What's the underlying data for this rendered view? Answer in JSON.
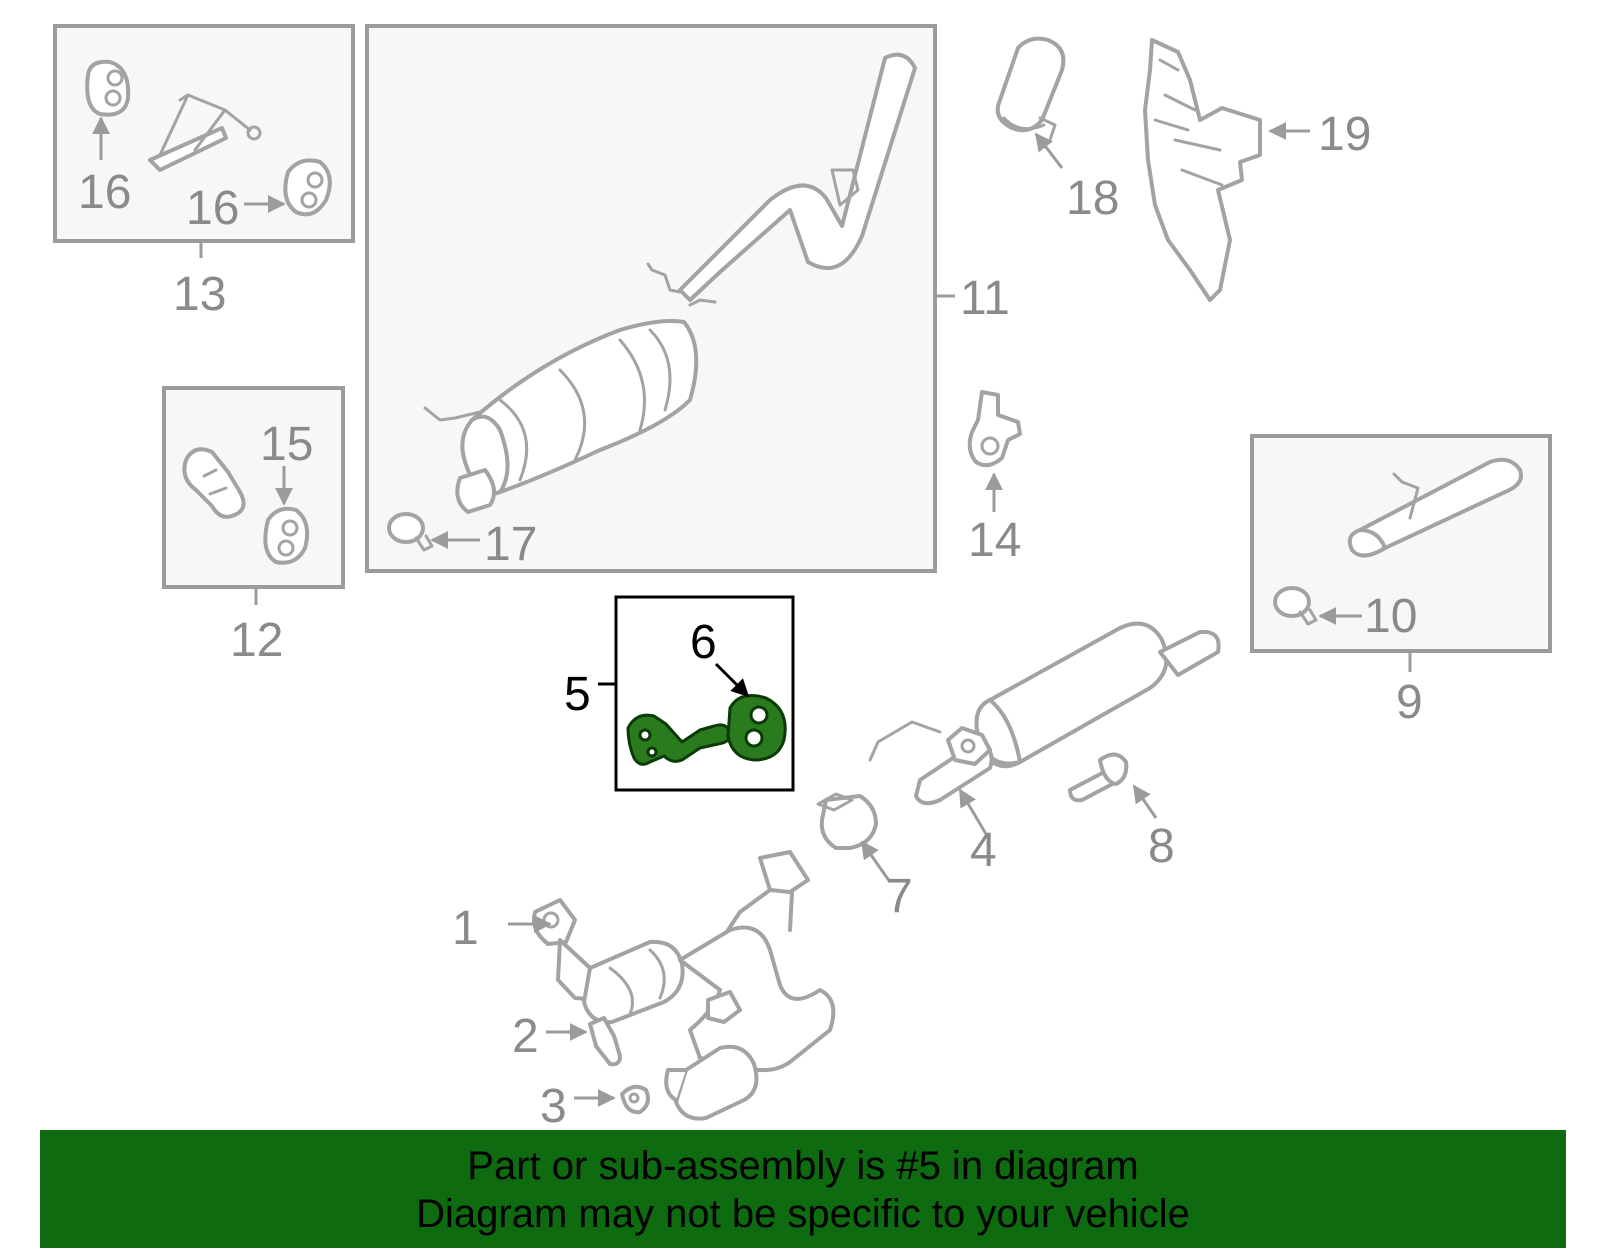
{
  "callouts": {
    "c1": "1",
    "c2": "2",
    "c3": "3",
    "c4": "4",
    "c5": "5",
    "c6": "6",
    "c7": "7",
    "c8": "8",
    "c9": "9",
    "c10": "10",
    "c11": "11",
    "c12": "12",
    "c13": "13",
    "c14": "14",
    "c15": "15",
    "c16a": "16",
    "c16b": "16",
    "c17": "17",
    "c18": "18",
    "c19": "19"
  },
  "highlight": {
    "part": "5",
    "color": "#2a7a1e"
  },
  "colors": {
    "banner": "#0e6b10",
    "part_stroke": "#a3a3a3",
    "box_fill": "#f7f7f7"
  },
  "banner": {
    "line1": "Part or sub-assembly is #5 in diagram",
    "line2": "Diagram may not be specific to your vehicle"
  }
}
